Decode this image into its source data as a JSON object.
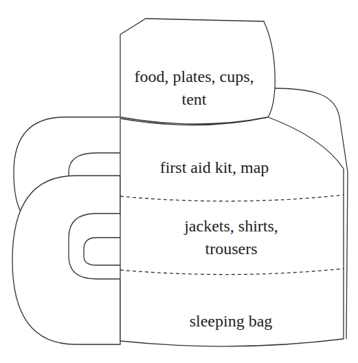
{
  "diagram": {
    "nodes": [
      {
        "text": [
          "food, plates, cups, tent"
        ]
      },
      {
        "text": [
          "first aid kit, map"
        ]
      },
      {
        "text": [
          "jackets, shirts, trousers"
        ]
      },
      {
        "text": [
          "sleeping bag"
        ]
      }
    ]
  }
}
